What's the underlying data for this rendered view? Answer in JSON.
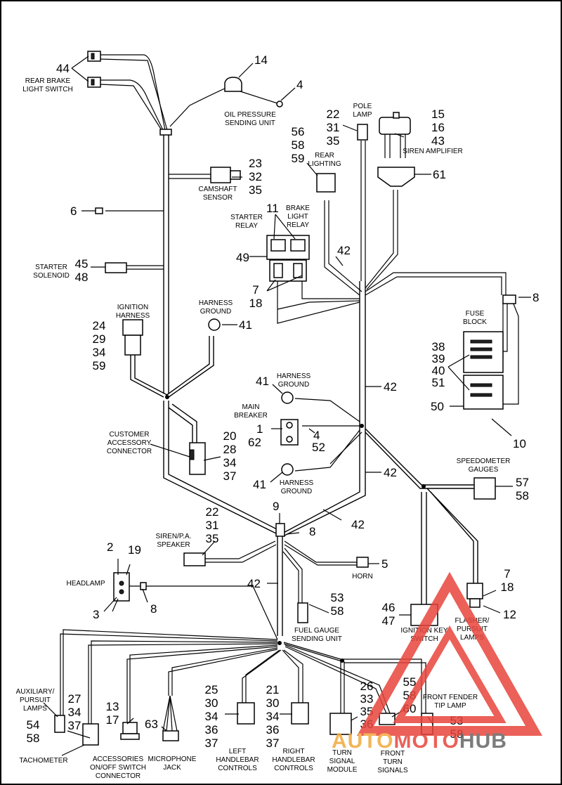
{
  "labels": {
    "rear_brake_light_switch": [
      "REAR BRAKE",
      "LIGHT SWITCH"
    ],
    "oil_pressure": [
      "OIL PRESSURE",
      "SENDING UNIT"
    ],
    "pole_lamp": [
      "POLE",
      "LAMP"
    ],
    "siren_amplifier": [
      "SIREN AMPLIFIER"
    ],
    "rear_lighting": [
      "REAR",
      "LIGHTING"
    ],
    "camshaft_sensor": [
      "CAMSHAFT",
      "SENSOR"
    ],
    "starter_relay": [
      "STARTER",
      "RELAY"
    ],
    "brake_light_relay": [
      "BRAKE",
      "LIGHT",
      "RELAY"
    ],
    "starter_solenoid": [
      "STARTER",
      "SOLENOID"
    ],
    "ignition_harness": [
      "IGNITION",
      "HARNESS"
    ],
    "harness_ground_1": [
      "HARNESS",
      "GROUND"
    ],
    "fuse_block": [
      "FUSE",
      "BLOCK"
    ],
    "harness_ground_2": [
      "HARNESS",
      "GROUND"
    ],
    "main_breaker": [
      "MAIN",
      "BREAKER"
    ],
    "customer_accessory": [
      "CUSTOMER",
      "ACCESSORY",
      "CONNECTOR"
    ],
    "harness_ground_3": [
      "HARNESS",
      "GROUND"
    ],
    "speedometer": [
      "SPEEDOMETER",
      "GAUGES"
    ],
    "siren_pa": [
      "SIREN/P.A.",
      "SPEAKER"
    ],
    "horn": [
      "HORN"
    ],
    "headlamp": [
      "HEADLAMP"
    ],
    "fuel_gauge": [
      "FUEL GAUGE",
      "SENDING UNIT"
    ],
    "ignition_key": [
      "IGNITION KEY",
      "SWITCH"
    ],
    "flasher": [
      "FLASHER/",
      "PURSUIT",
      "LAMPS"
    ],
    "auxiliary": [
      "AUXILIARY/",
      "PURSUIT",
      "LAMPS"
    ],
    "front_fender": [
      "FRONT FENDER",
      "TIP LAMP"
    ],
    "tachometer": [
      "TACHOMETER"
    ],
    "accessories_switch": [
      "ACCESSORIES",
      "ON/OFF SWITCH",
      "CONNECTOR"
    ],
    "microphone": [
      "MICROPHONE",
      "JACK"
    ],
    "left_handlebar": [
      "LEFT",
      "HANDLEBAR",
      "CONTROLS"
    ],
    "right_handlebar": [
      "RIGHT",
      "HANDLEBAR",
      "CONTROLS"
    ],
    "turn_signal_module": [
      "TURN",
      "SIGNAL",
      "MODULE"
    ],
    "front_turn_signals": [
      "FRONT",
      "TURN",
      "SIGNALS"
    ]
  },
  "callouts": {
    "c44": "44",
    "c14": "14",
    "c4a": "4",
    "pole": [
      "22",
      "31",
      "35"
    ],
    "siren_amp": [
      "15",
      "16",
      "43"
    ],
    "rear_light": [
      "56",
      "58",
      "59"
    ],
    "cam": [
      "23",
      "32",
      "35"
    ],
    "c61": "61",
    "c6": "6",
    "c11": "11",
    "c42a": "42",
    "c49": "49",
    "solenoid": [
      "45",
      "48"
    ],
    "relay_lower": [
      "7",
      "18"
    ],
    "c8a": "8",
    "ign": [
      "24",
      "29",
      "34",
      "59"
    ],
    "c41a": "41",
    "fuse": [
      "38",
      "39",
      "40",
      "51"
    ],
    "c50": "50",
    "c41b": "41",
    "c42b": "42",
    "c1": "1",
    "c62": "62",
    "c4b": "4",
    "c52": "52",
    "c10": "10",
    "cust": [
      "20",
      "28",
      "34",
      "37"
    ],
    "c41c": "41",
    "c42c": "42",
    "speedo": [
      "57",
      "58"
    ],
    "c9": "9",
    "siren_pa": [
      "22",
      "31",
      "35"
    ],
    "c8b": "8",
    "c42d": "42",
    "c5": "5",
    "c2": "2",
    "c19": "19",
    "flasher": [
      "7",
      "18"
    ],
    "c42e": "42",
    "c3": "3",
    "c8c": "8",
    "fuel": [
      "53",
      "58"
    ],
    "ignkey": [
      "46",
      "47"
    ],
    "c12": "12",
    "fender": [
      "55",
      "58",
      "60"
    ],
    "aux": [
      "54",
      "58"
    ],
    "tach": [
      "27",
      "34",
      "37"
    ],
    "acc": [
      "13",
      "17"
    ],
    "c63": "63",
    "left": [
      "25",
      "30",
      "34",
      "36",
      "37"
    ],
    "right": [
      "21",
      "30",
      "34",
      "36",
      "37"
    ],
    "tsm": [
      "26",
      "33",
      "35",
      "36"
    ],
    "tip": [
      "53",
      "58"
    ]
  },
  "watermark": {
    "part1": "AUTO",
    "part2": "MOTO",
    "part3": "HUB",
    "color_orange": "#f2a93b",
    "color_red": "#e8453c",
    "color_gray": "#666666"
  }
}
